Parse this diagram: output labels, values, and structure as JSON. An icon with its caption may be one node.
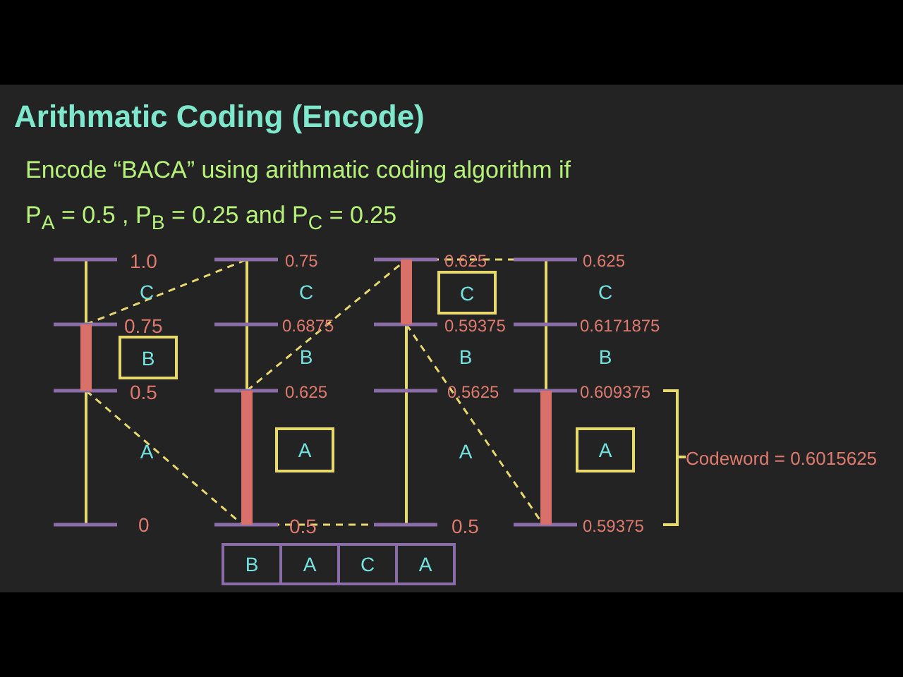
{
  "diagram": {
    "title": "Arithmatic Coding (Encode)",
    "nodes": [
      {
        "text": [
          "B"
        ]
      },
      {
        "text": [
          "A"
        ]
      },
      {
        "text": [
          "C"
        ]
      },
      {
        "text": [
          "A"
        ]
      },
      {
        "text": [
          "B"
        ]
      },
      {
        "text": [
          "A"
        ]
      },
      {
        "text": [
          "C"
        ]
      },
      {
        "text": [
          "A"
        ]
      }
    ],
    "labels": [
      "Encode “BACA” using arithmatic coding algorithm if",
      "P$_{A}$ = 0.5  , P$_{B}$ = 0.25 and P$_{C}$ = 0.25",
      "1.0",
      "C",
      "0.75",
      "0.5",
      "A",
      "0",
      "0.75",
      "C",
      "0.6875",
      "B",
      "0.625",
      "0.5",
      "0.625",
      "0.59375",
      "B",
      "0.5625",
      "A",
      "0.5",
      "0.625",
      "C",
      "0.6171875",
      "B",
      "0.609375",
      "0.59375",
      "Codeword = 0.6015625"
    ]
  }
}
